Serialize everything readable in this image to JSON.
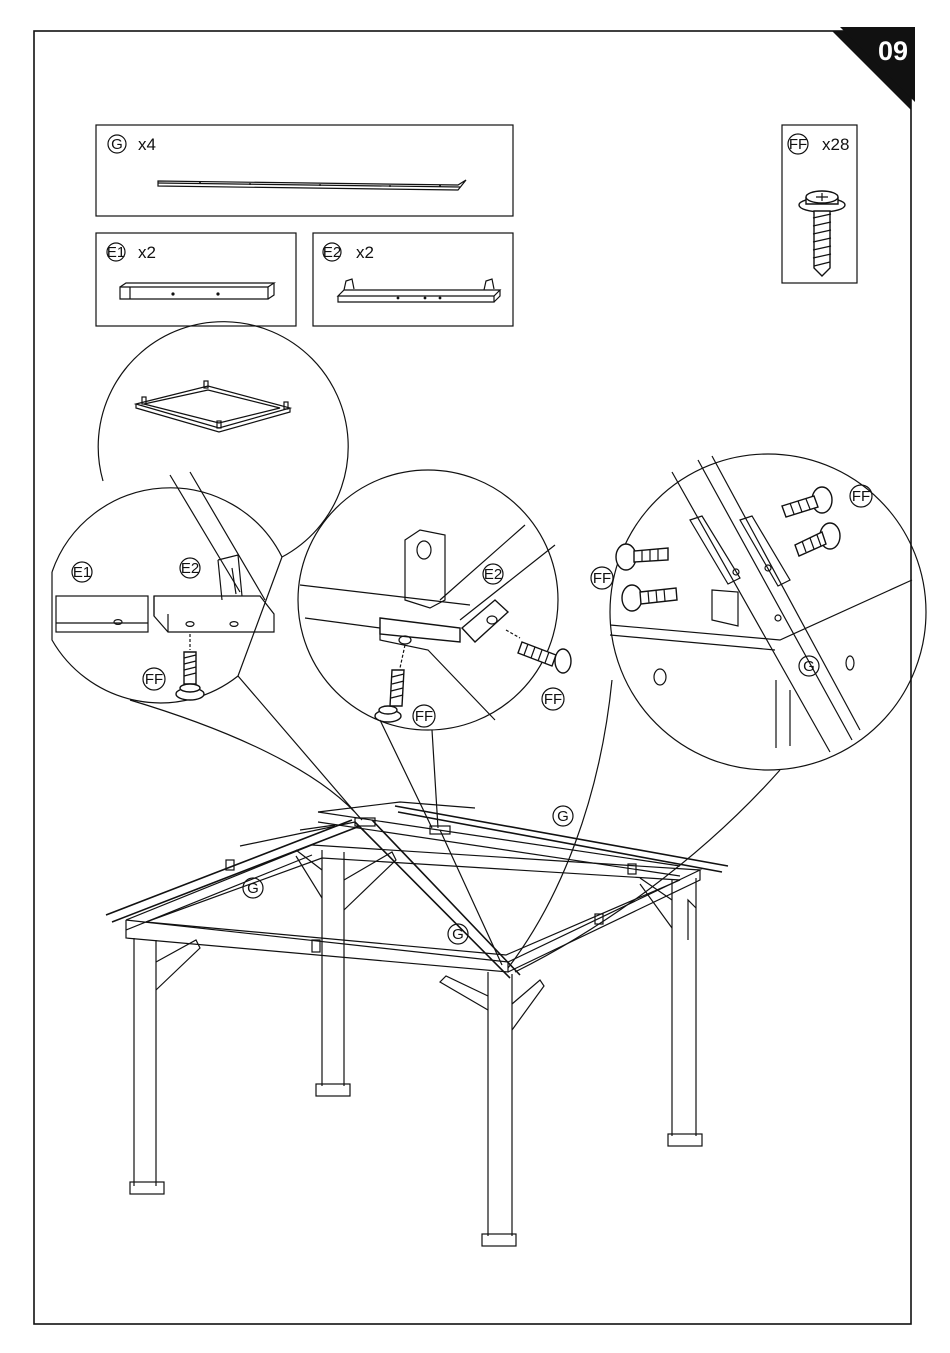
{
  "step_number": "09",
  "parts": [
    {
      "id": "G",
      "qty": "x4"
    },
    {
      "id": "E1",
      "qty": "x2"
    },
    {
      "id": "E2",
      "qty": "x2"
    },
    {
      "id": "FF",
      "qty": "x28"
    }
  ],
  "callouts": {
    "joint_e1": "E1",
    "joint_e2": "E2",
    "joint_ff": "FF",
    "corner_e2": "E2",
    "corner_ff_bottom": "FF",
    "corner_ff_side": "FF",
    "rafter_ff_top": "FF",
    "rafter_ff_left": "FF",
    "rafter_g": "G",
    "frame_g_right": "G",
    "frame_g_left": "G",
    "frame_g_center": "G"
  }
}
